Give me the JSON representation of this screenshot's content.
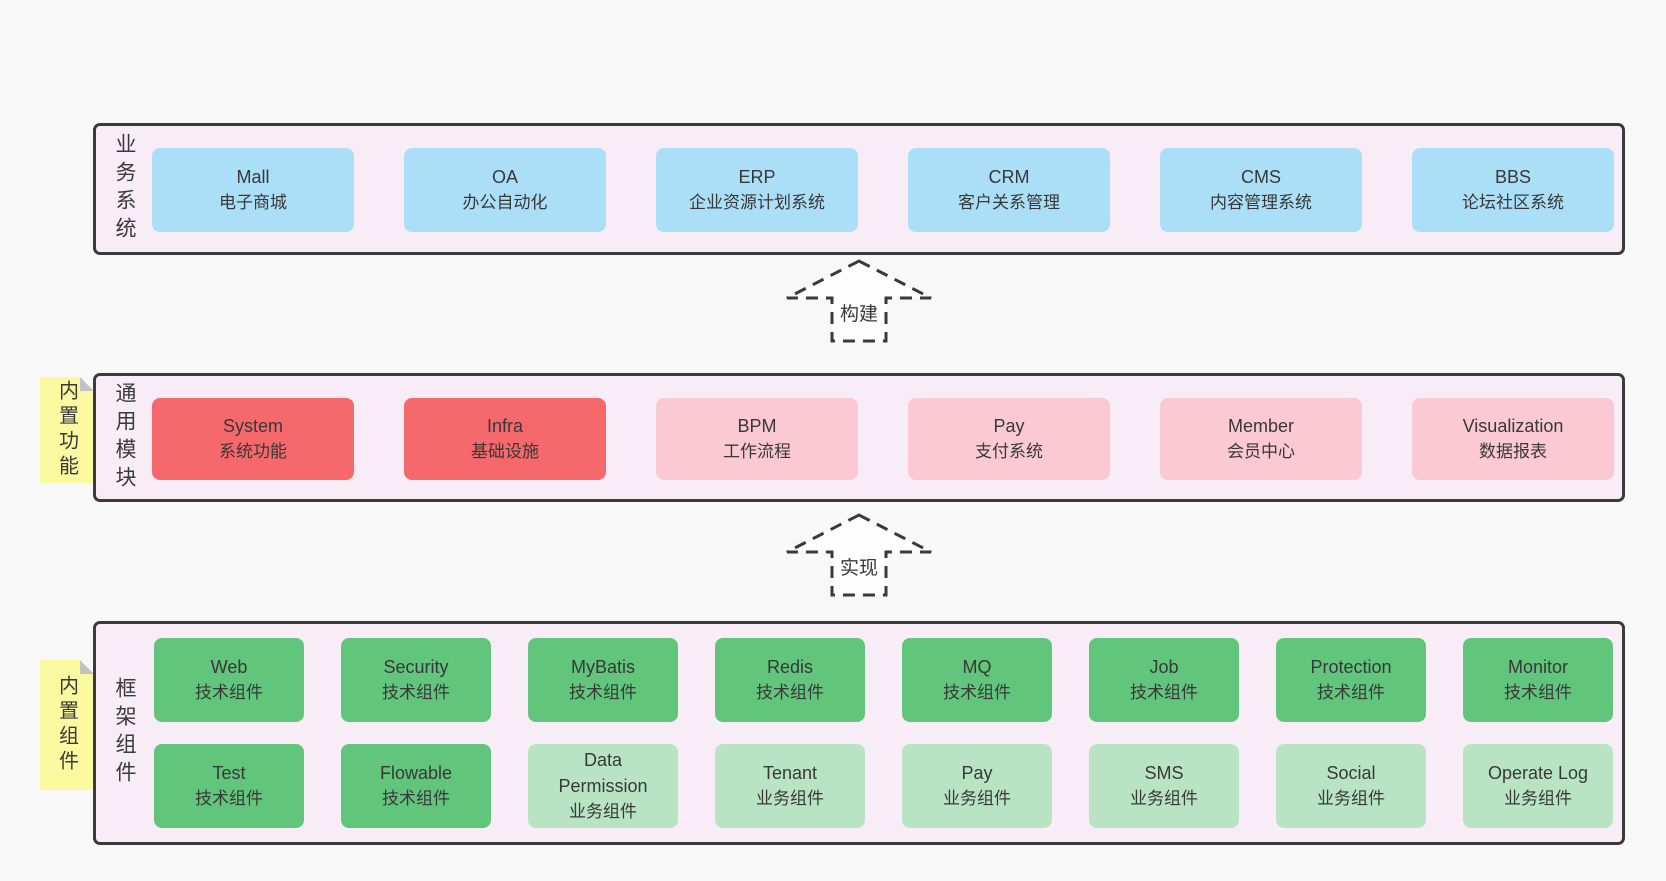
{
  "colors": {
    "page_bg": "#f8f8f8",
    "layer_bg": "#f8edf7",
    "layer_border": "#3b3b3b",
    "box_blue": "#abdff7",
    "box_red": "#f5686c",
    "box_pink": "#fac9d3",
    "box_green": "#61c57c",
    "box_light_green": "#b9e4c4",
    "sticky_yellow": "#fbf9a0",
    "text": "#3a3a3a"
  },
  "arrows": {
    "build": "构建",
    "implement": "实现"
  },
  "layers": {
    "business": {
      "label": "业务系统",
      "boxes": [
        {
          "name": "Mall",
          "desc": "电子商城",
          "variant": "blue"
        },
        {
          "name": "OA",
          "desc": "办公自动化",
          "variant": "blue"
        },
        {
          "name": "ERP",
          "desc": "企业资源计划系统",
          "variant": "blue"
        },
        {
          "name": "CRM",
          "desc": "客户关系管理",
          "variant": "blue"
        },
        {
          "name": "CMS",
          "desc": "内容管理系统",
          "variant": "blue"
        },
        {
          "name": "BBS",
          "desc": "论坛社区系统",
          "variant": "blue"
        }
      ]
    },
    "modules": {
      "label": "通用模块",
      "sticky_note": "内置功能",
      "boxes": [
        {
          "name": "System",
          "desc": "系统功能",
          "variant": "red"
        },
        {
          "name": "Infra",
          "desc": "基础设施",
          "variant": "red"
        },
        {
          "name": "BPM",
          "desc": "工作流程",
          "variant": "pink"
        },
        {
          "name": "Pay",
          "desc": "支付系统",
          "variant": "pink"
        },
        {
          "name": "Member",
          "desc": "会员中心",
          "variant": "pink"
        },
        {
          "name": "Visualization",
          "desc": "数据报表",
          "variant": "pink"
        }
      ]
    },
    "components": {
      "label": "框架组件",
      "sticky_note": "内置组件",
      "row1": [
        {
          "name": "Web",
          "desc": "技术组件",
          "variant": "green"
        },
        {
          "name": "Security",
          "desc": "技术组件",
          "variant": "green"
        },
        {
          "name": "MyBatis",
          "desc": "技术组件",
          "variant": "green"
        },
        {
          "name": "Redis",
          "desc": "技术组件",
          "variant": "green"
        },
        {
          "name": "MQ",
          "desc": "技术组件",
          "variant": "green"
        },
        {
          "name": "Job",
          "desc": "技术组件",
          "variant": "green"
        },
        {
          "name": "Protection",
          "desc": "技术组件",
          "variant": "green"
        },
        {
          "name": "Monitor",
          "desc": "技术组件",
          "variant": "green"
        }
      ],
      "row2": [
        {
          "name": "Test",
          "desc": "技术组件",
          "variant": "green"
        },
        {
          "name": "Flowable",
          "desc": "技术组件",
          "variant": "green"
        },
        {
          "name": "Data Permission",
          "desc": "业务组件",
          "variant": "lightgreen"
        },
        {
          "name": "Tenant",
          "desc": "业务组件",
          "variant": "lightgreen"
        },
        {
          "name": "Pay",
          "desc": "业务组件",
          "variant": "lightgreen"
        },
        {
          "name": "SMS",
          "desc": "业务组件",
          "variant": "lightgreen"
        },
        {
          "name": "Social",
          "desc": "业务组件",
          "variant": "lightgreen"
        },
        {
          "name": "Operate Log",
          "desc": "业务组件",
          "variant": "lightgreen"
        }
      ]
    }
  }
}
